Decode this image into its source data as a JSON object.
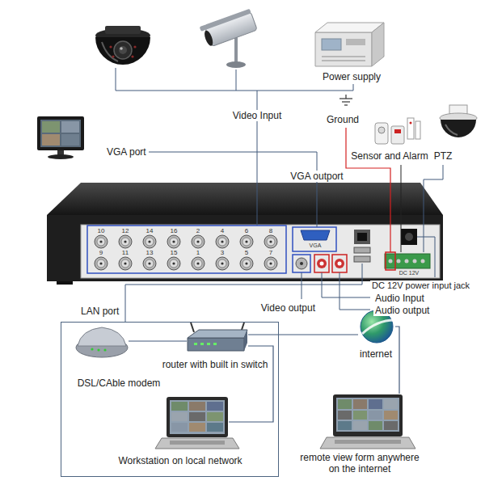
{
  "diagram": {
    "nodes": [
      {
        "text": [
          "LAN port"
        ]
      },
      {
        "text": [
          "DSL/CAble modem"
        ],
        "in": 0
      },
      {
        "text": [
          "router with built in switch"
        ],
        "in": 0
      },
      {
        "text": [
          "Workstation on local network"
        ],
        "in": 0
      },
      {
        "text": [
          "internet"
        ]
      },
      {
        "text": [
          "remote view form anywhere on the internet"
        ]
      }
    ],
    "edges": [
      {
        "from": 1,
        "to": 2,
        "arrow": "none"
      },
      {
        "from": 2,
        "to": 3,
        "arrow": "none"
      },
      {
        "from": 2,
        "to": 4,
        "arrow": "none"
      },
      {
        "from": 4,
        "to": 5,
        "arrow": "none"
      }
    ],
    "labels": [
      "Power supply",
      "Video Input",
      "Ground",
      "VGA port",
      "VGA outport",
      "Sensor and Alarm",
      "PTZ",
      "10",
      "12",
      "14",
      "16",
      "2",
      "4",
      "6",
      "8",
      "9",
      "11",
      "13",
      "15",
      "1",
      "3",
      "5",
      "7",
      "VGA",
      "DC 12V",
      "DC 12V power input jack",
      "Audio Input",
      "Audio output",
      "Video output"
    ]
  }
}
